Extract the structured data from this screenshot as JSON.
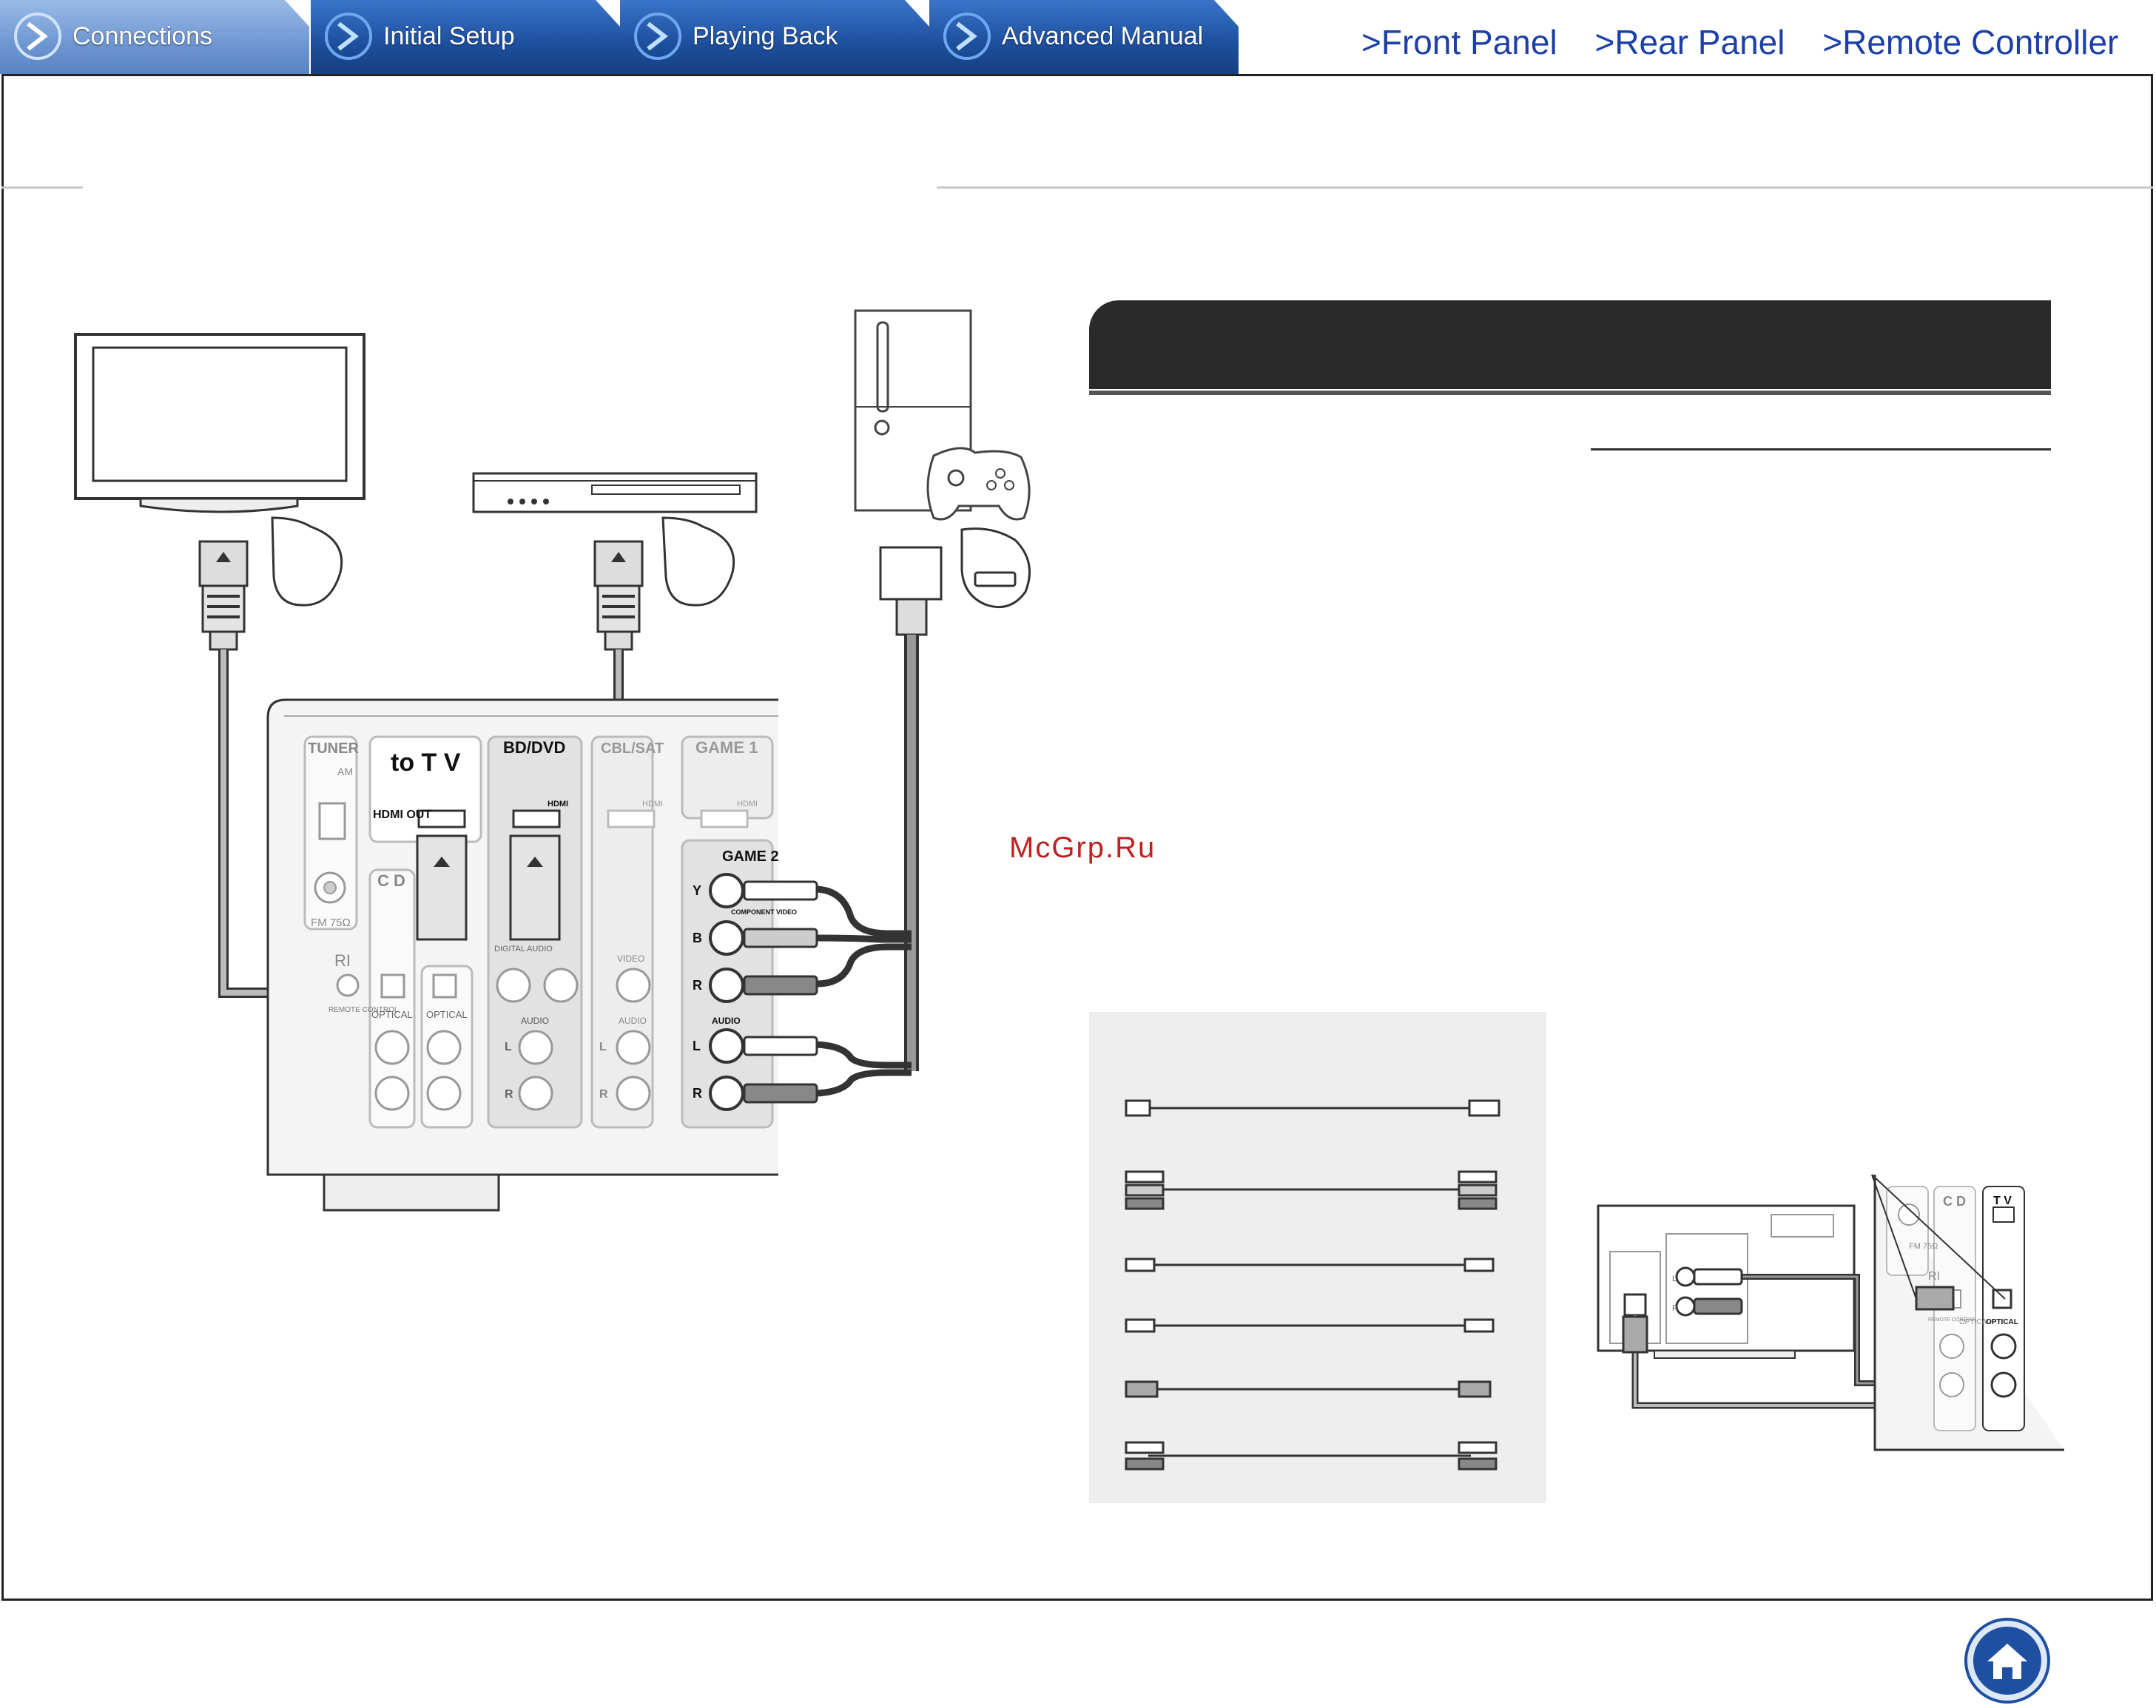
{
  "tabs": [
    {
      "label": "Connections",
      "active": true
    },
    {
      "label": "Initial Setup",
      "active": false
    },
    {
      "label": "Playing Back",
      "active": false
    },
    {
      "label": "Advanced Manual",
      "active": false
    }
  ],
  "nav_links": {
    "front_panel": ">Front Panel",
    "rear_panel": ">Rear Panel",
    "remote_controller": ">Remote Controller"
  },
  "watermark": "McGrp.Ru",
  "receiver_labels": {
    "tuner": "TUNER",
    "am": "AM",
    "fm": "FM 75Ω",
    "ri": "RI",
    "remote_control": "REMOTE CONTROL",
    "to_tv": "to T V",
    "hdmi_out": "HDMI OUT",
    "cd": "C D",
    "optical": "OPTICAL",
    "bd_dvd": "BD/DVD",
    "hdmi": "HDMI",
    "digital_audio": "DIGITAL AUDIO",
    "audio": "AUDIO",
    "cbl_sat": "CBL/SAT",
    "video": "VIDEO",
    "game1": "GAME 1",
    "game2": "GAME 2",
    "component_video": "COMPONENT VIDEO",
    "y": "Y",
    "b": "B",
    "r": "R",
    "l": "L"
  },
  "tv_inset_labels": {
    "cd": "C D",
    "tv": "T V",
    "fm": "FM 75Ω",
    "ri": "RI",
    "remote_control": "REMOTE CONTROL",
    "optical": "OPTICAL",
    "l": "L",
    "r": "R"
  },
  "colors": {
    "tab_blue": "#1d4f9e",
    "nav_blue": "#1c3fa8",
    "section_bar": "#2a2a2a",
    "watermark": "#c02020",
    "legend_bg": "#eeeeee",
    "home_blue": "#1f4fa0"
  },
  "icons": {
    "tab_arrow": "chevron-right-icon",
    "home": "home-icon"
  }
}
